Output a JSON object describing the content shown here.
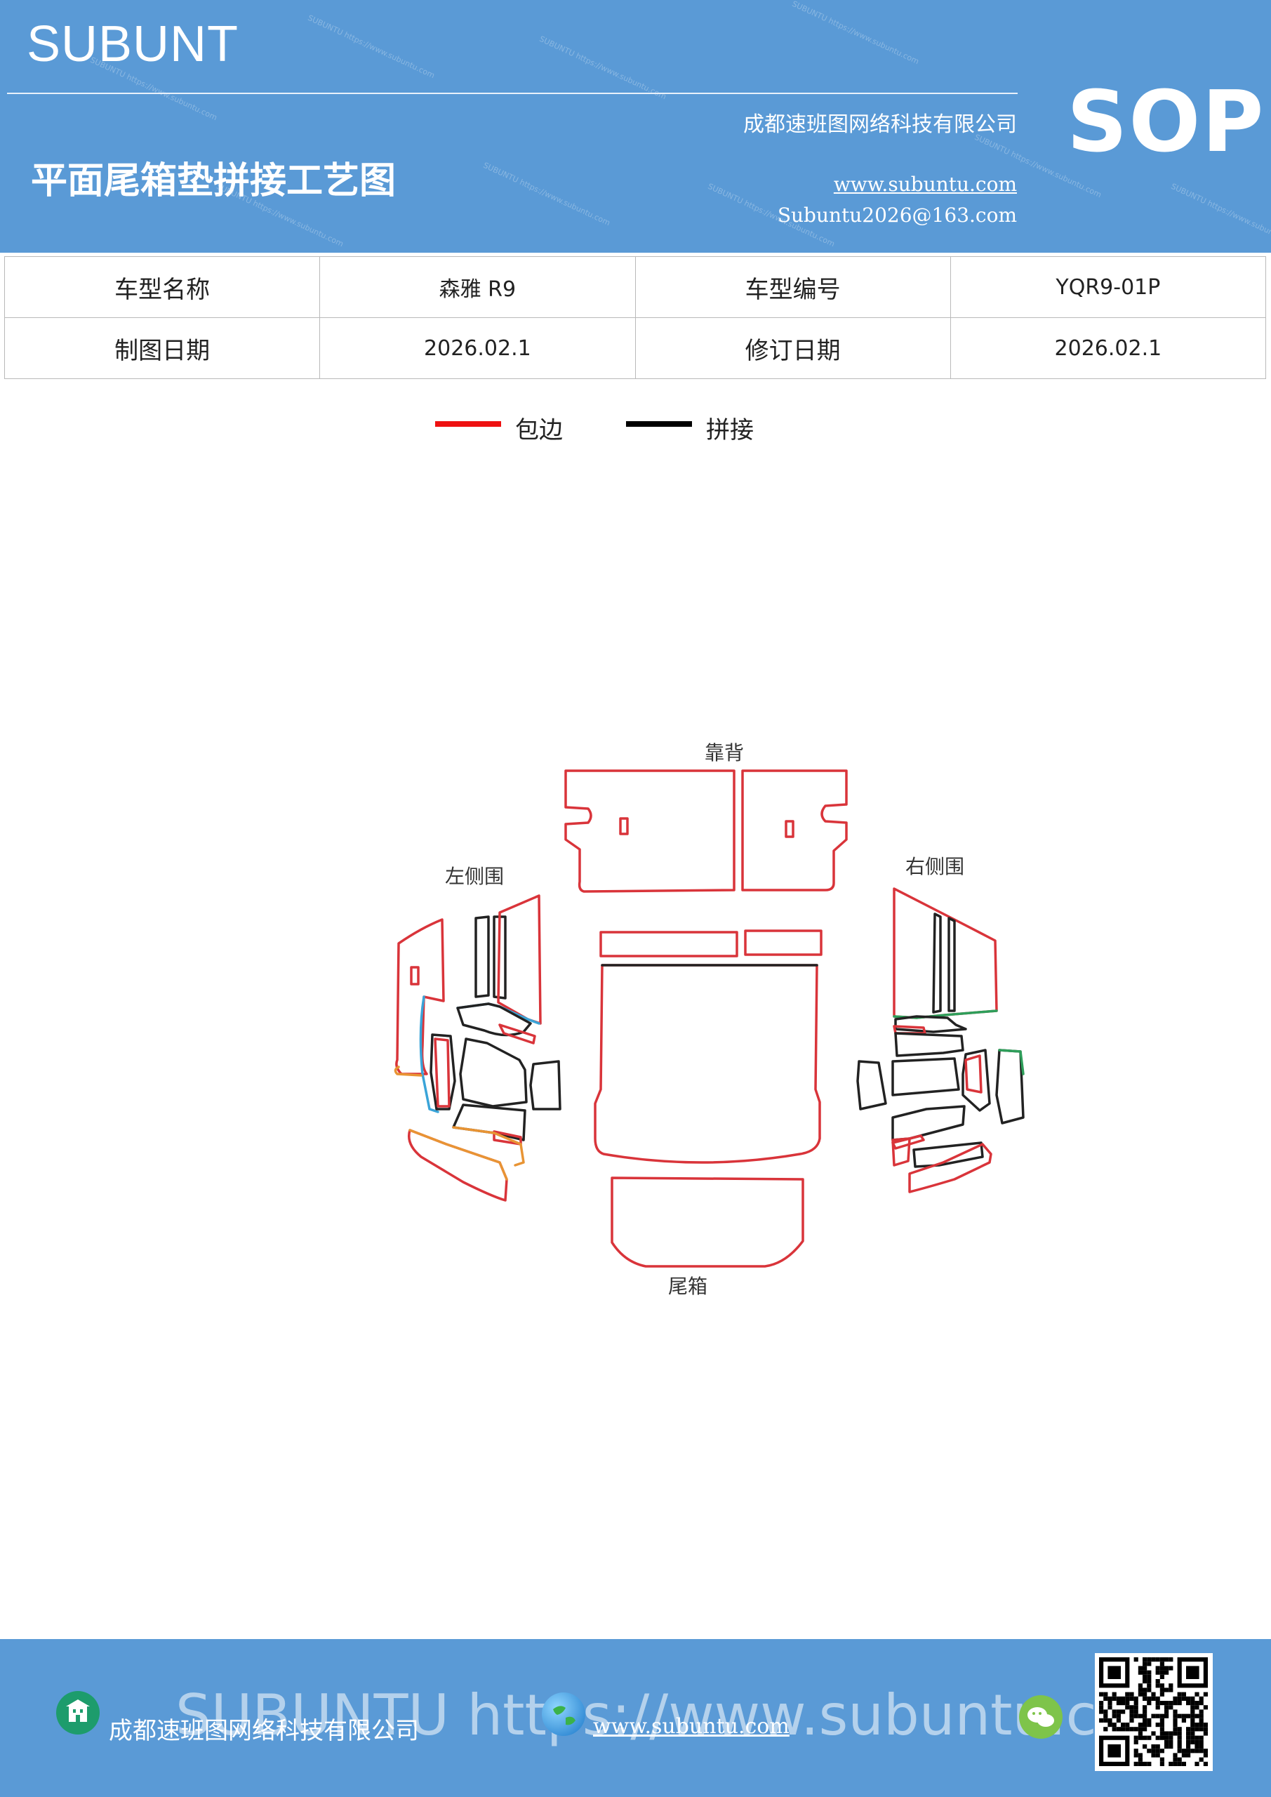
{
  "header": {
    "brand": "SUBUNT",
    "badge": "SOP",
    "company": "成都速班图网络科技有限公司",
    "title": "平面尾箱垫拼接工艺图",
    "website": "www.subuntu.com",
    "email": "Subuntu2026@163.com"
  },
  "info_table": {
    "rows": [
      [
        {
          "label": "车型名称",
          "value": "森雅 R9"
        },
        {
          "label": "车型编号",
          "value": "YQR9-01P"
        }
      ],
      [
        {
          "label": "制图日期",
          "value": "2026.02.1"
        },
        {
          "label": "修订日期",
          "value": "2026.02.1"
        }
      ]
    ]
  },
  "legend": [
    {
      "label": "包边",
      "color": "#ee1111"
    },
    {
      "label": "拼接",
      "color": "#000000"
    }
  ],
  "diagram": {
    "labels": {
      "backrest": "靠背",
      "left_side": "左侧围",
      "right_side": "右侧围",
      "trunk": "尾箱"
    },
    "colors": {
      "edge": "#d9343a",
      "seam": "#222222",
      "blue": "#3aa4d8",
      "orange": "#e89434",
      "green": "#2e9e5a"
    }
  },
  "footer": {
    "watermark": "SUBUNTU https://www.subuntu.com",
    "company": "成都速班图网络科技有限公司",
    "website": "www.subuntu.com",
    "icons": [
      "building-icon",
      "globe-icon",
      "wechat-icon"
    ]
  },
  "watermark_text": "SUBUNTU https://www.subuntu.com"
}
